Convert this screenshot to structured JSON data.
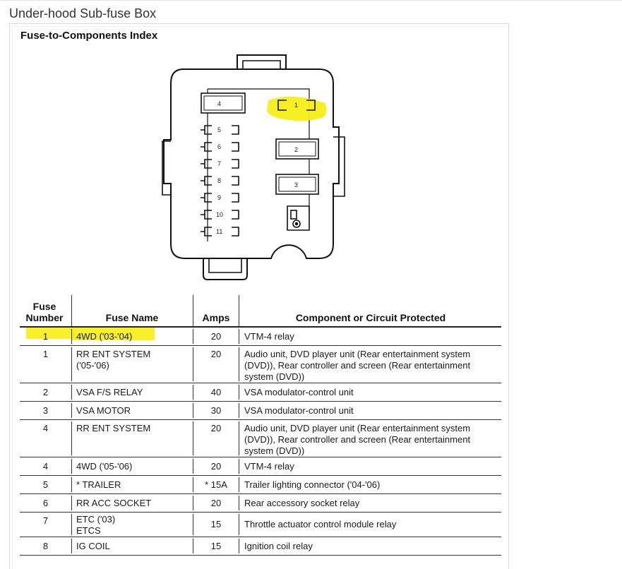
{
  "page": {
    "title": "Under-hood Sub-fuse Box"
  },
  "diagram": {
    "title": "Fuse-to-Components Index",
    "fuses": [
      {
        "number": "4"
      },
      {
        "number": "1"
      },
      {
        "number": "5"
      },
      {
        "number": "6"
      },
      {
        "number": "2"
      },
      {
        "number": "7"
      },
      {
        "number": "8"
      },
      {
        "number": "3"
      },
      {
        "number": "9"
      },
      {
        "number": "10"
      },
      {
        "number": "11"
      }
    ],
    "highlight_color": "#f6ee16"
  },
  "table": {
    "headers": {
      "fuse_number_1": "Fuse",
      "fuse_number_2": "Number",
      "fuse_name": "Fuse Name",
      "amps": "Amps",
      "component": "Component or Circuit Protected"
    },
    "rows": [
      {
        "number": "1",
        "name": [
          "4WD ('03-'04)"
        ],
        "amps": "20",
        "component": [
          "VTM-4 relay"
        ],
        "highlighted": true
      },
      {
        "number": "1",
        "name": [
          "RR ENT SYSTEM",
          "('05-'06)"
        ],
        "amps": "20",
        "component": [
          "Audio unit, DVD player unit (Rear entertainment system",
          "(DVD)), Rear controller and screen (Rear entertainment",
          "system (DVD))"
        ],
        "highlighted": false
      },
      {
        "number": "2",
        "name": [
          "VSA F/S RELAY"
        ],
        "amps": "40",
        "component": [
          "VSA modulator-control unit"
        ],
        "highlighted": false
      },
      {
        "number": "3",
        "name": [
          "VSA MOTOR"
        ],
        "amps": "30",
        "component": [
          "VSA modulator-control unit"
        ],
        "highlighted": false
      },
      {
        "number": "4",
        "name": [
          "RR ENT SYSTEM"
        ],
        "amps": "20",
        "component": [
          "Audio unit, DVD player unit (Rear entertainment system",
          "(DVD)), Rear controller and screen (Rear entertainment",
          "system (DVD))"
        ],
        "highlighted": false
      },
      {
        "number": "4",
        "name": [
          "4WD ('05-'06)"
        ],
        "amps": "20",
        "component": [
          "VTM-4 relay"
        ],
        "highlighted": false
      },
      {
        "number": "5",
        "name": [
          "* TRAILER"
        ],
        "amps": "* 15A",
        "component": [
          "Trailer lighting connector ('04-'06)"
        ],
        "highlighted": false
      },
      {
        "number": "6",
        "name": [
          "RR ACC SOCKET"
        ],
        "amps": "20",
        "component": [
          "Rear accessory socket relay"
        ],
        "highlighted": false
      },
      {
        "number": "7",
        "name": [
          "ETC ('03)",
          "ETCS"
        ],
        "amps": "15",
        "component": [
          "Throttle actuator control module relay"
        ],
        "highlighted": false
      },
      {
        "number": "8",
        "name": [
          "IG COIL"
        ],
        "amps": "15",
        "component": [
          "Ignition coil relay"
        ],
        "highlighted": false
      }
    ]
  }
}
